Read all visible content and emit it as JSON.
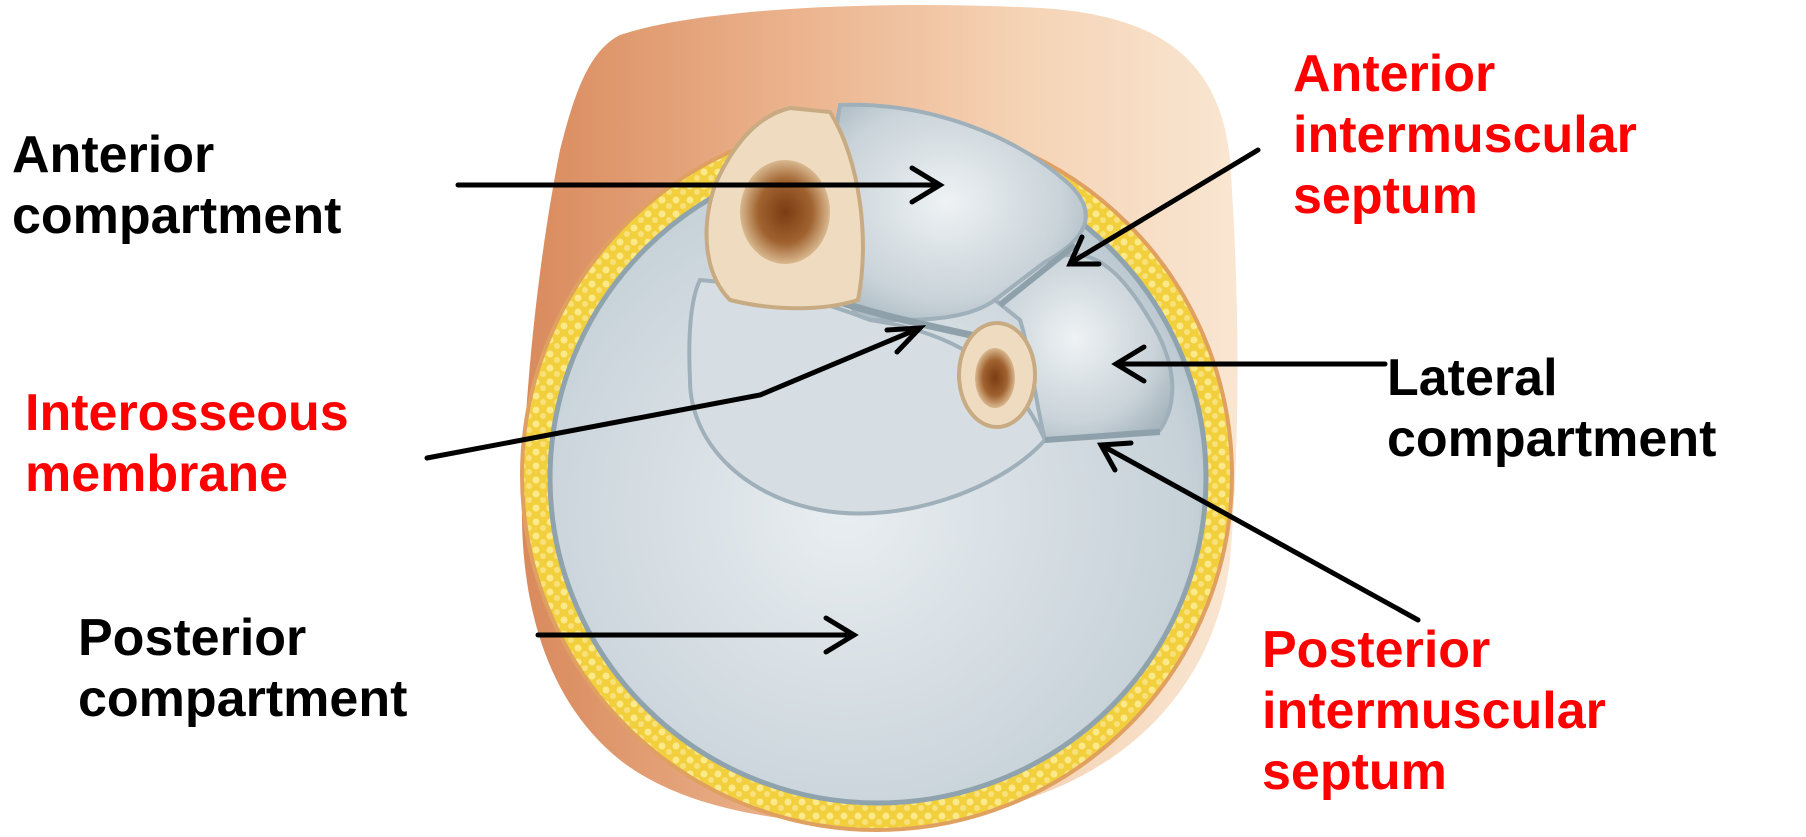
{
  "labels": {
    "anterior_compartment": [
      "Anterior",
      "compartment"
    ],
    "interosseous_membrane": [
      "Interosseous",
      "membrane"
    ],
    "posterior_compartment": [
      "Posterior",
      "compartment"
    ],
    "anterior_septum": [
      "Anterior",
      "intermuscular",
      "septum"
    ],
    "lateral_compartment": [
      "Lateral",
      "compartment"
    ],
    "posterior_septum": [
      "Posterior",
      "intermuscular",
      "septum"
    ]
  },
  "colors": {
    "black_label": "#000000",
    "red_label": "#ff0000",
    "skin": "#e9a77e",
    "fat": "#f3d24a",
    "fascia": "#bcc8cf",
    "bone": "#efdcc0",
    "marrow": "#9a5a2a"
  }
}
